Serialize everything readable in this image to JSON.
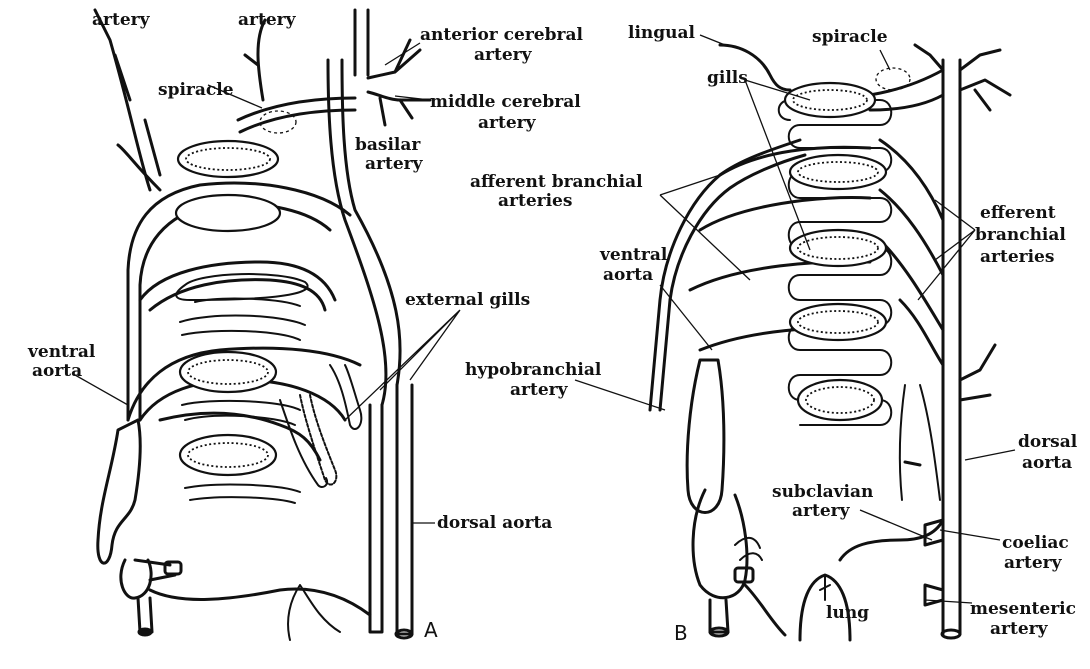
{
  "panel_a": {
    "panel_label": "A",
    "labels": {
      "artery_left": "artery",
      "artery_top": "artery",
      "anterior_cerebral_1": "anterior cerebral",
      "anterior_cerebral_2": "artery",
      "spiracle": "spiracle",
      "middle_cerebral_1": "middle cerebral",
      "middle_cerebral_2": "artery",
      "basilar_1": "basilar",
      "basilar_2": "artery",
      "external_gills": "external gills",
      "ventral_aorta_1": "ventral",
      "ventral_aorta_2": "aorta",
      "dorsal_aorta": "dorsal aorta"
    }
  },
  "panel_b": {
    "panel_label": "B",
    "labels": {
      "lingual": "lingual",
      "spiracle": "spiracle",
      "gills": "gills",
      "afferent_1": "afferent branchial",
      "afferent_2": "arteries",
      "efferent_1": "efferent",
      "efferent_2": "branchial",
      "efferent_3": "arteries",
      "ventral_aorta_1": "ventral",
      "ventral_aorta_2": "aorta",
      "hypobranchial_1": "hypobranchial",
      "hypobranchial_2": "artery",
      "dorsal_aorta_1": "dorsal",
      "dorsal_aorta_2": "aorta",
      "subclavian_1": "subclavian",
      "subclavian_2": "artery",
      "coeliac_1": "coeliac",
      "coeliac_2": "artery",
      "lung": "lung",
      "mesenteric_1": "mesenteric",
      "mesenteric_2": "artery"
    }
  }
}
